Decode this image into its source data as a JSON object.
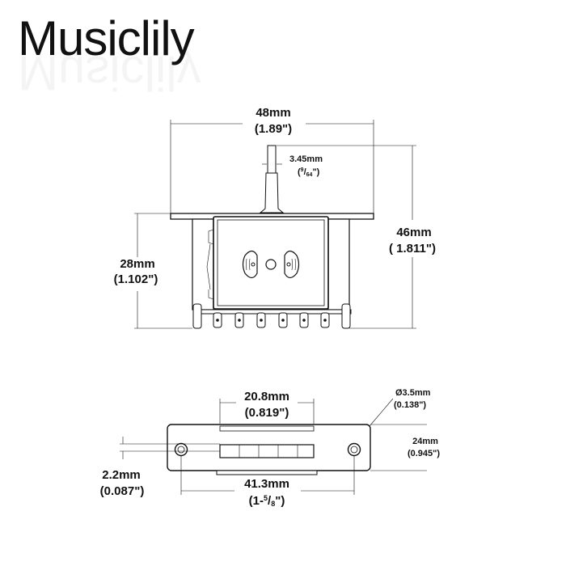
{
  "brand": {
    "name": "Musiclily"
  },
  "front_view": {
    "width_mm": "48mm",
    "width_in": "(1.89\")",
    "shaft_mm": "3.45mm",
    "shaft_in_num": "9",
    "shaft_in_den": "64",
    "height_mm": "46mm",
    "height_in": "( 1.811\")",
    "body_mm": "28mm",
    "body_in": "(1.102\")"
  },
  "bottom_view": {
    "slot_mm": "20.8mm",
    "slot_in": "(0.819\")",
    "hole_mm": "Ø3.5mm",
    "hole_in": "(0.138\")",
    "depth_mm": "24mm",
    "depth_in": "(0.945\")",
    "thick_mm": "2.2mm",
    "thick_in": "(0.087\")",
    "spacing_mm": "41.3mm",
    "spacing_in_whole": "(1-",
    "spacing_in_num": "5",
    "spacing_in_den": "8",
    "spacing_in_close": "\")"
  }
}
